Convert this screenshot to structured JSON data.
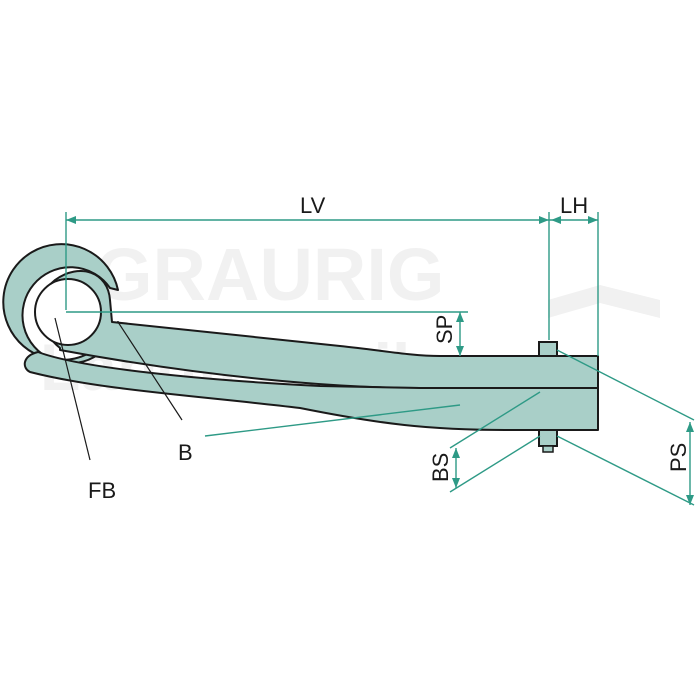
{
  "watermark": {
    "line1": "GRAURIG",
    "line2": "Landtechnik"
  },
  "labels": {
    "lv": "LV",
    "lh": "LH",
    "sp": "SP",
    "b": "B",
    "fb": "FB",
    "bs": "BS",
    "ps": "PS"
  },
  "colors": {
    "part_fill": "#a9cfc8",
    "dimension_line": "#2e9a86",
    "outline": "#1a1a1a",
    "watermark": "#f1f1f1"
  }
}
